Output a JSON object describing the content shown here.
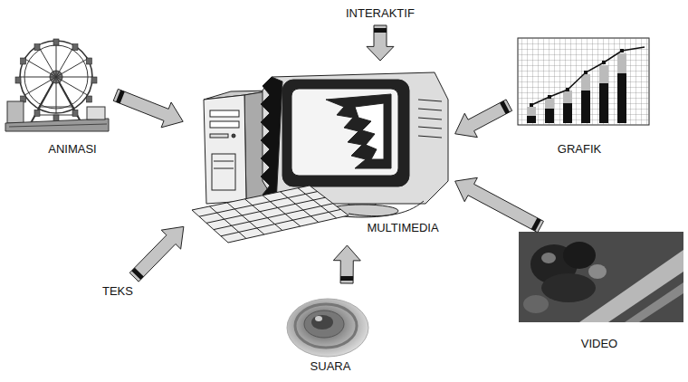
{
  "diagram": {
    "nodes": [
      {
        "text": [
          "INTERAKTIF"
        ]
      },
      {
        "text": [
          "ANIMASI"
        ]
      },
      {
        "text": [
          "GRAFIK"
        ]
      },
      {
        "text": [
          "MULTIMEDIA"
        ]
      },
      {
        "text": [
          "TEKS"
        ]
      },
      {
        "text": [
          "VIDEO"
        ]
      },
      {
        "text": [
          "SUARA"
        ]
      }
    ],
    "edges": [
      {
        "from": 0,
        "to": 3,
        "arrow": "to"
      },
      {
        "from": 1,
        "to": 3,
        "arrow": "to"
      },
      {
        "from": 2,
        "to": 3,
        "arrow": "to"
      },
      {
        "from": 4,
        "to": 3,
        "arrow": "to"
      },
      {
        "from": 5,
        "to": 3,
        "arrow": "to"
      },
      {
        "from": 6,
        "to": 3,
        "arrow": "to"
      }
    ]
  }
}
